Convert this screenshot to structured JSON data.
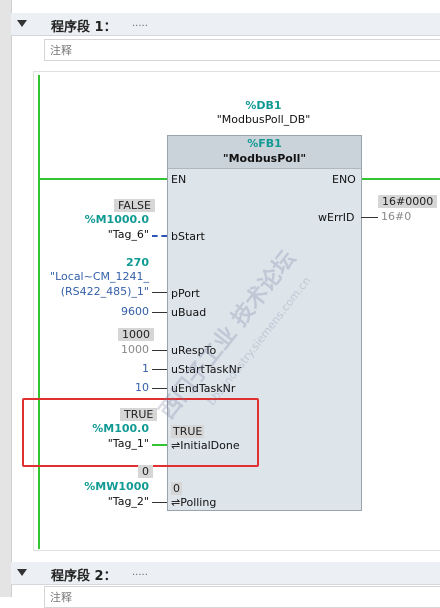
{
  "networks": [
    {
      "title": "程序段 1：",
      "dots": ".....",
      "comment": "注释"
    },
    {
      "title": "程序段 2：",
      "dots": ".....",
      "comment": "注释"
    }
  ],
  "block": {
    "db_address": "%DB1",
    "db_name": "\"ModbusPoll_DB\"",
    "fb_address": "%FB1",
    "fb_name": "\"ModbusPoll\"",
    "en": "EN",
    "eno": "ENO",
    "inputs": {
      "bStart": "bStart",
      "pPort": "pPort",
      "uBuad": "uBuad",
      "uRespTo": "uRespTo",
      "uStartTaskNr": "uStartTaskNr",
      "uEndTaskNr": "uEndTaskNr",
      "InitialDone": "InitialDone",
      "Polling": "Polling"
    },
    "outputs": {
      "wErrID": "wErrID"
    },
    "inout_symbol": "⇌",
    "initialdone_value": "TRUE",
    "polling_value": "0"
  },
  "params": {
    "bStart": {
      "monitor": "FALSE",
      "address": "%M1000.0",
      "symbol": "\"Tag_6\""
    },
    "pPort": {
      "value": "270",
      "symbol_line1": "\"Local~CM_1241_",
      "symbol_line2": "(RS422_485)_1\""
    },
    "uBuad": {
      "value": "9600"
    },
    "uRespTo": {
      "monitor": "1000",
      "value": "1000"
    },
    "uStartTaskNr": {
      "value": "1"
    },
    "uEndTaskNr": {
      "value": "10"
    },
    "InitialDone": {
      "monitor": "TRUE",
      "address": "%M100.0",
      "symbol": "\"Tag_1\""
    },
    "Polling": {
      "monitor": "0",
      "address": "%MW1000",
      "symbol": "\"Tag_2\""
    },
    "wErrID": {
      "monitor": "16#0000",
      "value": "16#0"
    }
  },
  "watermark": {
    "line1": "西门子工业  技术论坛",
    "line2": "bbs.industry.siemens.com.cn"
  },
  "colors": {
    "energized": "#33c433",
    "address": "#119a93",
    "constant": "#3560a8",
    "highlight": "#e03030"
  }
}
